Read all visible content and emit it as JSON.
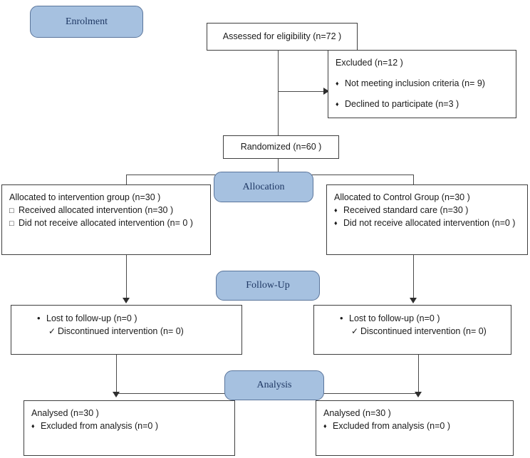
{
  "diagram": {
    "title": "CONSORT participant flow diagram",
    "accent_fill": "#a6c1e0",
    "accent_border": "#5a759b",
    "accent_text": "#1f3864",
    "box_border": "#3f3f3f",
    "line_color": "#4a4a4a"
  },
  "stages": {
    "enrolment": "Enrolment",
    "allocation": "Allocation",
    "followup": "Follow-Up",
    "analysis": "Analysis"
  },
  "enrolment": {
    "assessed": "Assessed for eligibility (n=72  )",
    "randomized": "Randomized (n=60  )",
    "excluded": {
      "heading": "Excluded  (n=12   )",
      "reasons": [
        {
          "bullet": "♦",
          "text": "Not meeting inclusion criteria (n= 9)"
        },
        {
          "bullet": "♦",
          "text": "Declined to participate (n=3  )"
        }
      ]
    }
  },
  "allocation": {
    "intervention": {
      "heading": "Allocated to intervention group  (n=30 )",
      "items": [
        {
          "bullet": "□",
          "text": "Received allocated intervention (n=30  )"
        },
        {
          "bullet": "□",
          "text": "Did not receive allocated intervention (n= 0 )"
        }
      ]
    },
    "control": {
      "heading": "Allocated to Control Group (n=30 )",
      "items": [
        {
          "bullet": "♦",
          "text": "Received standard care (n=30 )"
        },
        {
          "bullet": "♦",
          "text": "Did not receive allocated intervention (n=0  )"
        }
      ]
    }
  },
  "followup": {
    "intervention": {
      "main": {
        "bullet": "•",
        "text": "Lost to follow-up (n=0  )"
      },
      "sub": {
        "bullet": "✓",
        "text": "Discontinued intervention  (n= 0)"
      }
    },
    "control": {
      "main": {
        "bullet": "•",
        "text": "Lost to follow-up  (n=0  )"
      },
      "sub": {
        "bullet": "✓",
        "text": "Discontinued intervention  (n= 0)"
      }
    }
  },
  "analysis": {
    "intervention": {
      "heading": "Analysed  (n=30 )",
      "items": [
        {
          "bullet": "♦",
          "text": "Excluded from analysis (n=0  )"
        }
      ]
    },
    "control": {
      "heading": "Analysed  (n=30  )",
      "items": [
        {
          "bullet": "♦",
          "text": "Excluded from analysis (n=0  )"
        }
      ]
    }
  }
}
